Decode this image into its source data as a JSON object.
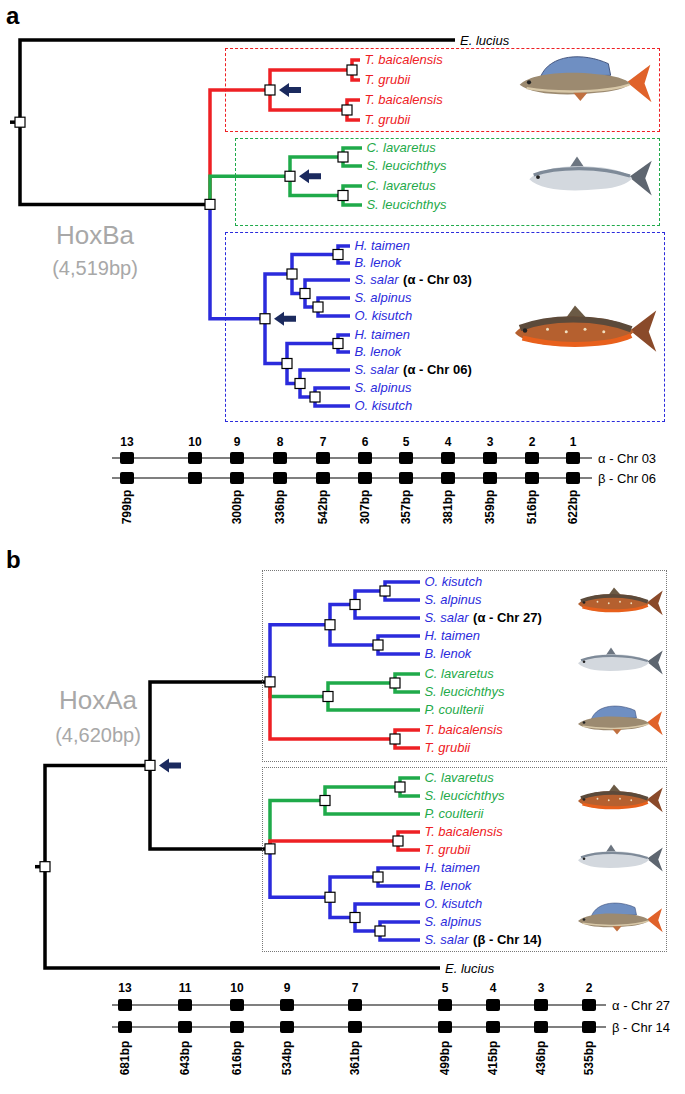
{
  "diagram": {
    "nodes": [
      {
        "text": [
          "T. baicalensis",
          "T. grubii",
          "T. baicalensis",
          "T. grubii"
        ]
      },
      {
        "text": [
          "C. lavaretus",
          "S. leucichthys",
          "C. lavaretus",
          "S. leucichthys"
        ]
      },
      {
        "text": [
          "H. taimen",
          "B. lenok",
          "S. salar",
          "(α - Chr 03)",
          "S. alpinus",
          "O. kisutch",
          "H. taimen",
          "B. lenok",
          "S. salar",
          "(α - Chr 06)",
          "S. alpinus",
          "O. kisutch"
        ]
      },
      {
        "text": [
          "O. kisutch",
          "S. alpinus",
          "S. salar",
          "(α - Chr 27)",
          "H. taimen",
          "B. lenok",
          "C. lavaretus",
          "S. leucichthys",
          "P. coulterii",
          "T. baicalensis",
          "T. grubii"
        ]
      },
      {
        "text": [
          "C. lavaretus",
          "S. leucichthys",
          "P. coulterii",
          "T. baicalensis",
          "T. grubii",
          "H. taimen",
          "B. lenok",
          "O. kisutch",
          "S. alpinus",
          "S. salar",
          "(β - Chr 14)"
        ]
      }
    ],
    "labels": [
      "a",
      "E. lucius",
      "HoxBa",
      "(4,519bp)",
      "13",
      "10",
      "9",
      "8",
      "7",
      "6",
      "5",
      "4",
      "3",
      "2",
      "1",
      "α - Chr 03",
      "β - Chr 06",
      "799bp",
      "300bp",
      "336bp",
      "542bp",
      "307bp",
      "357bp",
      "381bp",
      "359bp",
      "516bp",
      "622bp",
      "b",
      "HoxAa",
      "(4,620bp)",
      "E. lucius",
      "13",
      "11",
      "10",
      "9",
      "7",
      "5",
      "4",
      "3",
      "2",
      "α - Chr 27",
      "β - Chr 14",
      "681bp",
      "643bp",
      "616bp",
      "534bp",
      "361bp",
      "499bp",
      "415bp",
      "436bp",
      "535bp"
    ]
  }
}
